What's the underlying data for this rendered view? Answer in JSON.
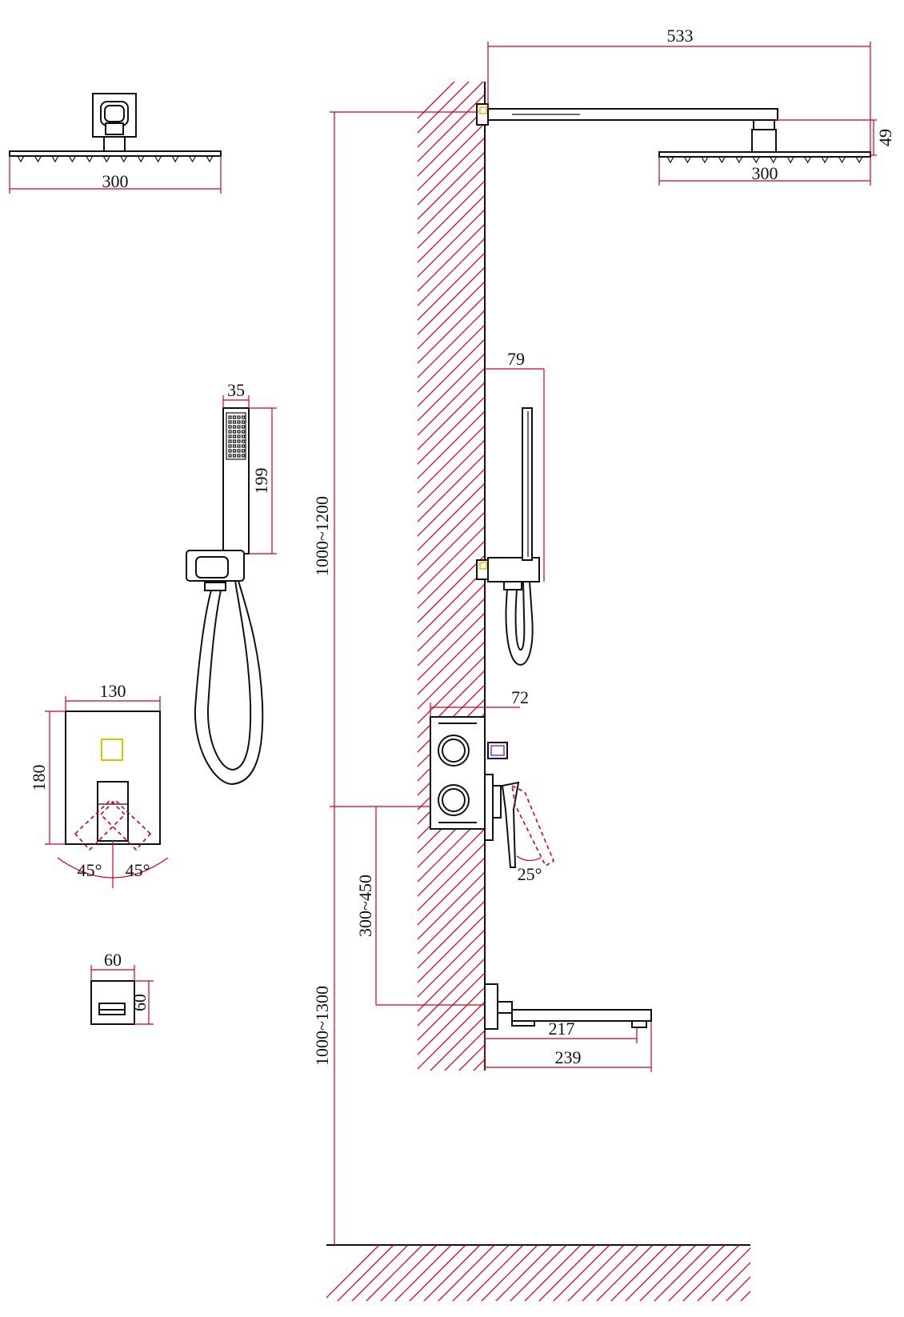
{
  "colors": {
    "line": "#111111",
    "dimension": "#d0021b",
    "marker_yellow": "#e0c000",
    "marker_purple": "#8a2be2"
  },
  "dimensions": {
    "arm_length": "533",
    "head_height": "49",
    "head_width_side": "300",
    "head_width_top": "300",
    "hand_bracket_projection": "79",
    "hand_shower_width": "35",
    "hand_shower_length": "199",
    "shower_height_range": "1000~1200",
    "valve_width": "130",
    "valve_height": "180",
    "handle_angle_left": "45°",
    "handle_angle_right": "45°",
    "valve_depth": "72",
    "handle_tilt_angle": "25°",
    "valve_to_spout_range": "300~450",
    "spout_height_range": "1000~1300",
    "spout_projection_inner": "217",
    "spout_projection_outer": "239",
    "spout_plate_width": "60",
    "spout_plate_height": "60"
  }
}
